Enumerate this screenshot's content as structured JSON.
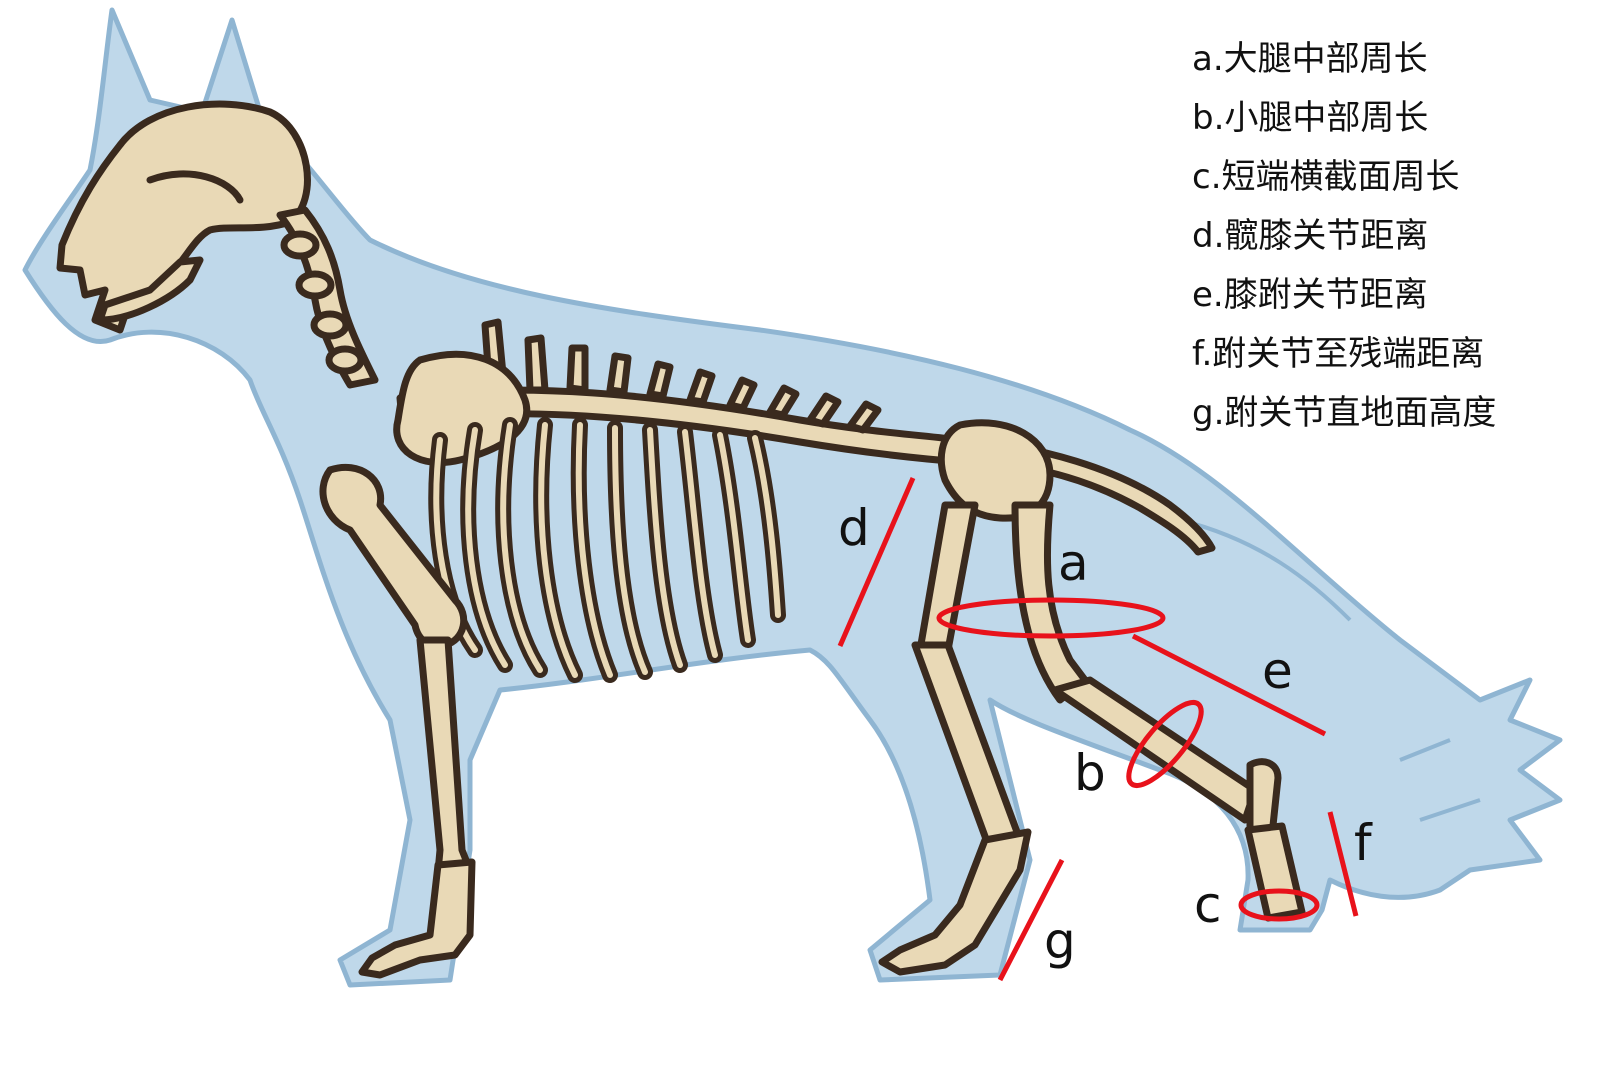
{
  "colors": {
    "body_fill": "#bfd8ea",
    "body_outline": "#8fb5d2",
    "bone_fill": "#e9d9b6",
    "bone_outline": "#3a2a1e",
    "measure_red": "#e8121b",
    "text": "#111111"
  },
  "markers": {
    "a": "a",
    "b": "b",
    "c": "c",
    "d": "d",
    "e": "e",
    "f": "f",
    "g": "g"
  },
  "legend": [
    {
      "text": "a.大腿中部周长"
    },
    {
      "text": "b.小腿中部周长"
    },
    {
      "text": "c.短端横截面周长"
    },
    {
      "text": "d.髋膝关节距离"
    },
    {
      "text": "e.膝跗关节距离"
    },
    {
      "text": "f.跗关节至残端距离"
    },
    {
      "text": "g.跗关节直地面高度"
    }
  ]
}
